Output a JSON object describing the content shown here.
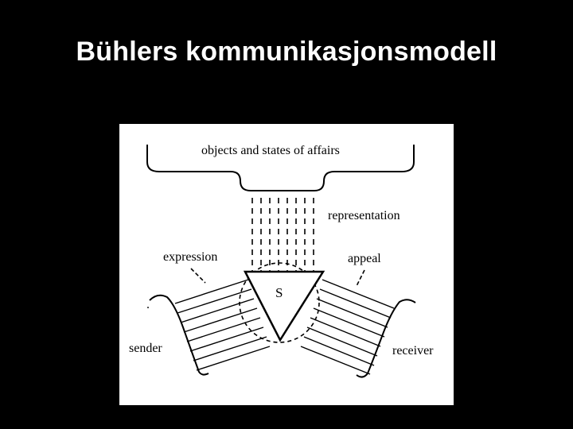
{
  "slide": {
    "title": "Bühlers kommunikasjonsmodell"
  },
  "diagram": {
    "labels": {
      "objects": "objects and states of affairs",
      "representation": "representation",
      "expression": "expression",
      "appeal": "appeal",
      "sign": "S",
      "sender": "sender",
      "receiver": "receiver"
    }
  }
}
